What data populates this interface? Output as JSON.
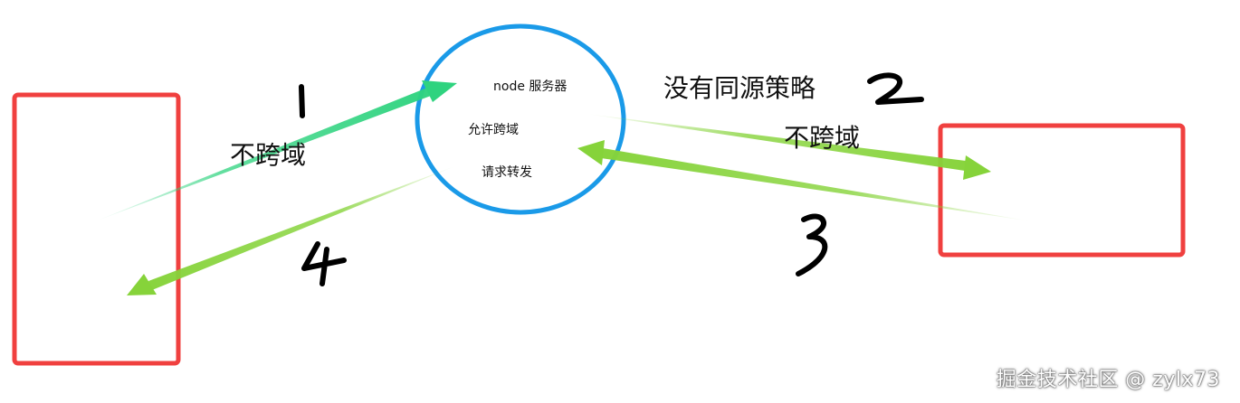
{
  "server": {
    "title": "node 服务器",
    "line_cors": "允许跨域",
    "line_forward": "请求转发"
  },
  "labels": {
    "no_cross_left": "不跨域",
    "no_same_origin": "没有同源策略",
    "no_cross_right": "不跨域"
  },
  "steps": {
    "one": "1",
    "two": "2",
    "three": "3",
    "four": "4"
  },
  "watermark": "掘金技术社区 @ zylx73",
  "colors": {
    "box_border": "#f0403f",
    "circle_border": "#1a9ae8",
    "arrow_teal": "#2fd37f",
    "arrow_green": "#86d33a",
    "handwriting": "#000000"
  }
}
